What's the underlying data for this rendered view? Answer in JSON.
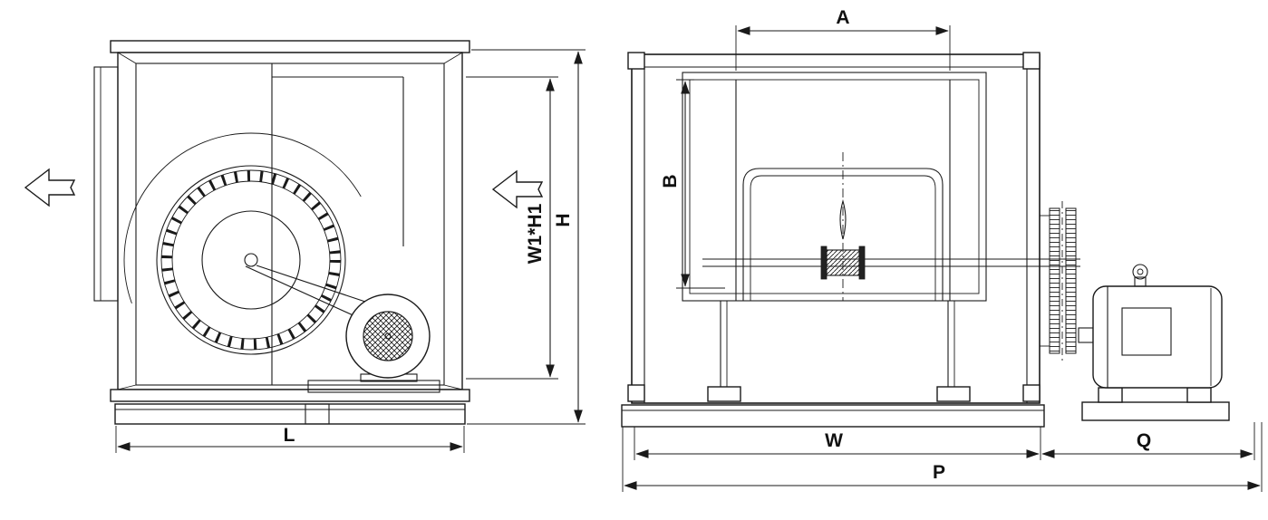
{
  "diagram": {
    "type": "technical-drawing",
    "subject": "cabinet-centrifugal-fan-two-views",
    "colors": {
      "line": "#1a1a1a",
      "background": "#ffffff"
    },
    "icons": {
      "airflow_left": "hollow-left-arrow",
      "airflow_right": "hollow-left-arrow"
    },
    "views": {
      "front": {
        "dimensions": {
          "length": "L",
          "height": "H",
          "opening": "W1*H1"
        }
      },
      "side": {
        "dimensions": {
          "inlet_width": "A",
          "inlet_height": "B",
          "cabinet_width": "W",
          "motor_section": "Q",
          "overall": "P"
        }
      }
    }
  }
}
